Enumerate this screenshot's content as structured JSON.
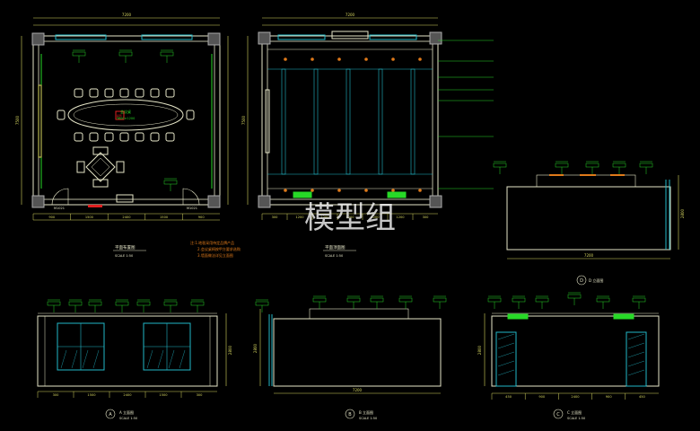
{
  "watermark": "模型组",
  "colors": {
    "background": "#000000",
    "wall": "#e6e6c8",
    "dim": "#d8d860",
    "green": "#27d927",
    "cyan": "#22b8c8",
    "red": "#e02020",
    "orange": "#e07a1a",
    "magenta": "#d040d0",
    "white": "#e8e8e8"
  },
  "titles": {
    "plan_left": "平面布置图",
    "plan_left_scale": "SCALE 1:50",
    "plan_right": "平面顶面图",
    "plan_right_scale": "SCALE 1:50",
    "elev_d": "D 立面图",
    "elev_a": "A 立面图",
    "elev_a_scale": "SCALE 1:50",
    "elev_b": "B 立面图",
    "elev_b_scale": "SCALE 1:50",
    "elev_c": "C 立面图",
    "elev_c_scale": "SCALE 1:50"
  },
  "markers": {
    "a": "A",
    "b": "B",
    "c": "C",
    "d": "D"
  },
  "notes": {
    "line1": "注:1.地毯采用待定品牌产品",
    "line2": "2.会议桌椅按甲方要求选购",
    "line3": "3.墙面做法详见立面图"
  },
  "plan_labels": {
    "meeting_table": "会议桌",
    "table_dim": "3600×1200",
    "door_left": "M1021",
    "door_right": "M1021",
    "red_tag": "投影"
  },
  "dims": {
    "top_total_left": "7200",
    "top_total_right": "7200",
    "side_left": "7500",
    "side_right": "7500",
    "bottom_left": [
      "900",
      "1500",
      "2400",
      "1500",
      "900"
    ],
    "bottom_right": [
      "300",
      "1200",
      "1200",
      "1200",
      "1200",
      "1200",
      "300"
    ],
    "elev_a_bottom": [
      "300",
      "1500",
      "2400",
      "1500",
      "300"
    ],
    "elev_b_bottom": "7200",
    "elev_c_bottom": [
      "450",
      "900",
      "2400",
      "900",
      "450"
    ],
    "elev_d_bottom": "7200",
    "height_a": "2800",
    "height_b": "2800",
    "height_c": "2800",
    "height_d": "2800"
  }
}
